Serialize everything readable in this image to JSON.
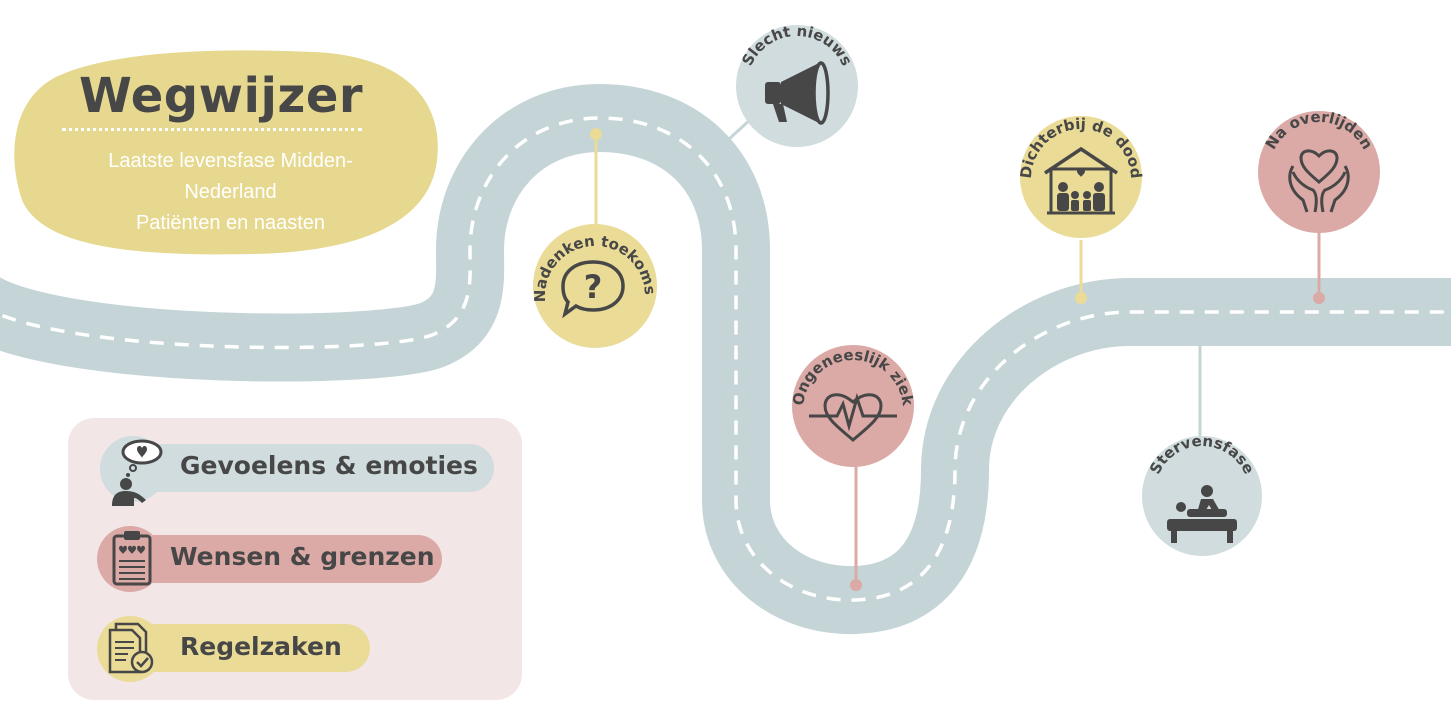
{
  "title": "Wegwijzer",
  "subtitle_lines": [
    "Laatste levensfase Midden-",
    "Nederland",
    "Patiënten en naasten"
  ],
  "legend": [
    {
      "label": "Gevoelens & emoties",
      "category": "gevoelens",
      "icon": "thought-person-icon"
    },
    {
      "label": "Wensen & grenzen",
      "category": "wensen",
      "icon": "clipboard-hearts-icon"
    },
    {
      "label": "Regelzaken",
      "category": "regelzaken",
      "icon": "documents-check-icon"
    }
  ],
  "milestones": [
    {
      "label": "Nadenken toekomst",
      "category": "regelzaken",
      "icon": "question-bubble-icon"
    },
    {
      "label": "Slecht nieuws",
      "category": "gevoelens",
      "icon": "megaphone-icon"
    },
    {
      "label": "Ongeneeslijk ziek",
      "category": "wensen",
      "icon": "heartbeat-icon"
    },
    {
      "label": "Dichterbij de dood",
      "category": "regelzaken",
      "icon": "family-house-icon"
    },
    {
      "label": "Stervensfase",
      "category": "gevoelens",
      "icon": "bed-care-icon"
    },
    {
      "label": "Na overlijden",
      "category": "wensen",
      "icon": "hands-heart-icon"
    }
  ],
  "colors": {
    "road": "#c5d5d7",
    "road_dash": "#ffffff",
    "gevoelens": "#d0dcde",
    "wensen": "#dbaaa6",
    "regelzaken": "#eadb97",
    "legend_bg": "#f2e6e6",
    "title_blob": "#e6d88f",
    "text": "#474747"
  }
}
